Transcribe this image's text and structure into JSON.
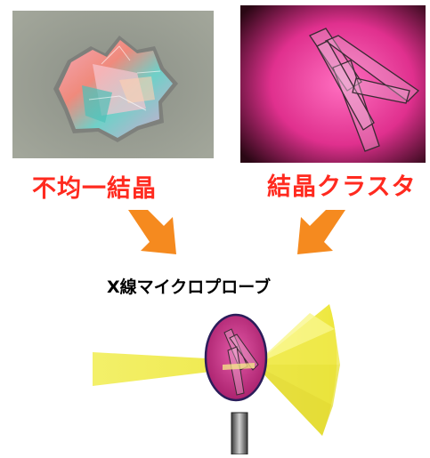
{
  "labels": {
    "left_crystal": "不均一結晶",
    "right_crystal": "結晶クラスタ",
    "probe_title": "X線マイクロプローブ"
  },
  "colors": {
    "label_red": "#ff2a1f",
    "arrow_orange": "#f58a1f",
    "beam_yellow": "#f2ee5a",
    "loop_magenta": "#c2247e"
  },
  "icons": {
    "arrows": "down-arrow-icon",
    "pin": "sample-pin-icon"
  }
}
